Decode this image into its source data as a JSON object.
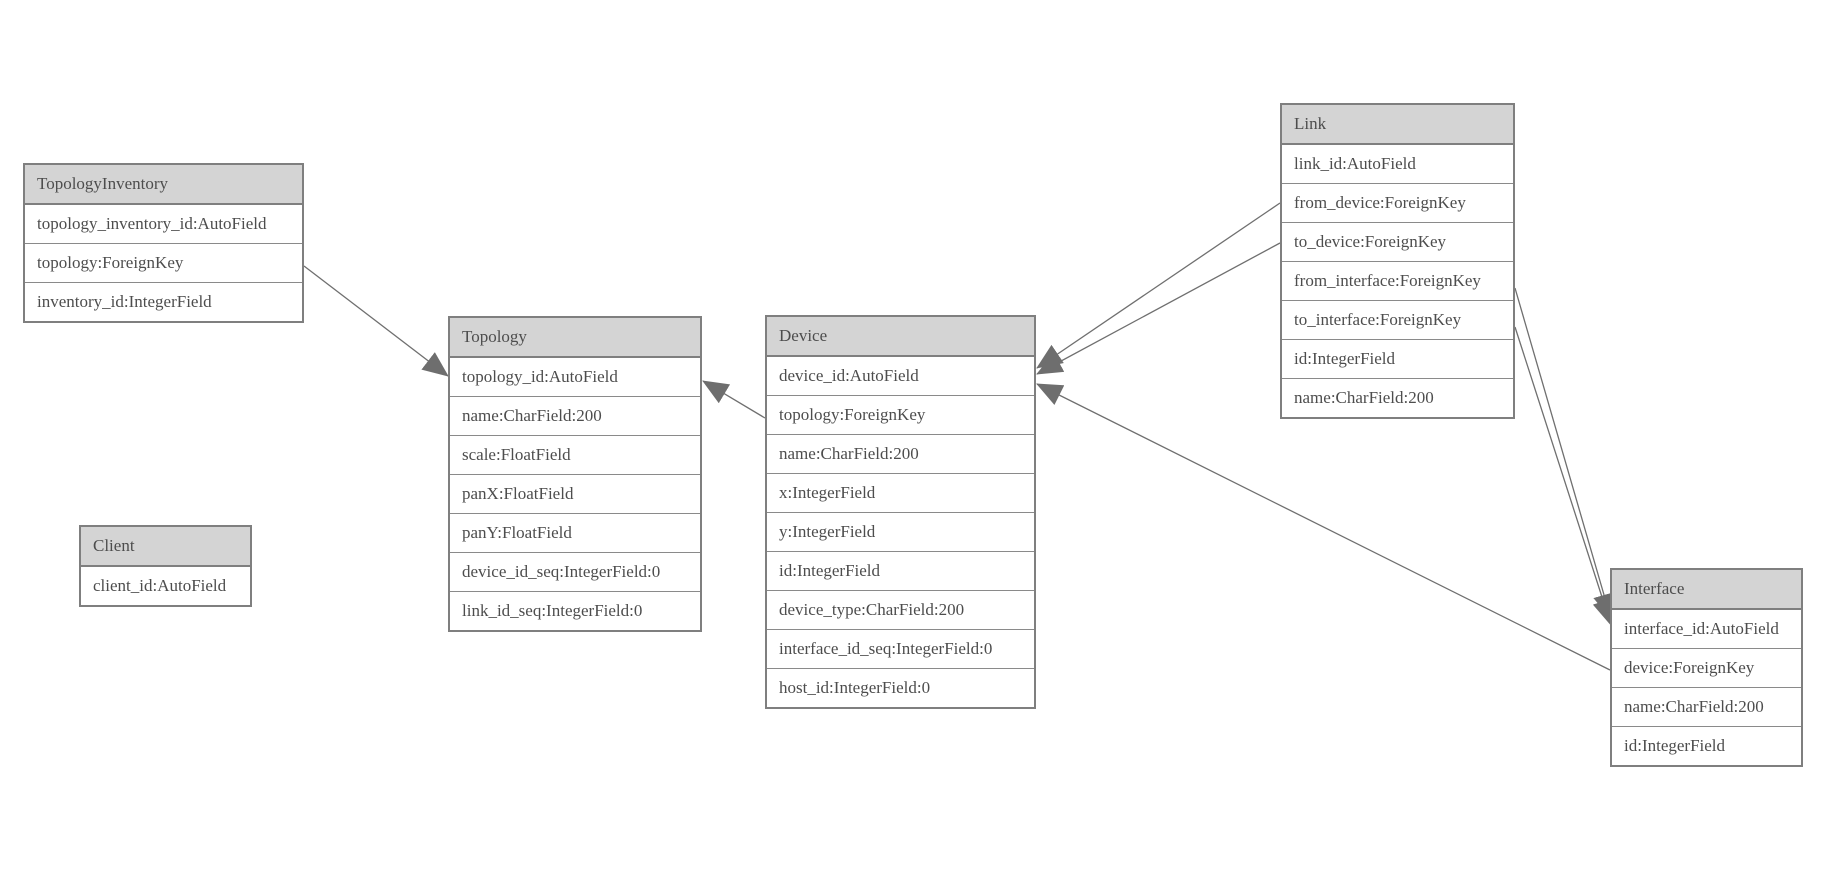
{
  "diagram": {
    "entities": [
      {
        "name": "TopologyInventory",
        "fields": [
          "topology_inventory_id:AutoField",
          "topology:ForeignKey",
          "inventory_id:IntegerField"
        ]
      },
      {
        "name": "Topology",
        "fields": [
          "topology_id:AutoField",
          "name:CharField:200",
          "scale:FloatField",
          "panX:FloatField",
          "panY:FloatField",
          "device_id_seq:IntegerField:0",
          "link_id_seq:IntegerField:0"
        ]
      },
      {
        "name": "Client",
        "fields": [
          "client_id:AutoField"
        ]
      },
      {
        "name": "Device",
        "fields": [
          "device_id:AutoField",
          "topology:ForeignKey",
          "name:CharField:200",
          "x:IntegerField",
          "y:IntegerField",
          "id:IntegerField",
          "device_type:CharField:200",
          "interface_id_seq:IntegerField:0",
          "host_id:IntegerField:0"
        ]
      },
      {
        "name": "Link",
        "fields": [
          "link_id:AutoField",
          "from_device:ForeignKey",
          "to_device:ForeignKey",
          "from_interface:ForeignKey",
          "to_interface:ForeignKey",
          "id:IntegerField",
          "name:CharField:200"
        ]
      },
      {
        "name": "Interface",
        "fields": [
          "interface_id:AutoField",
          "device:ForeignKey",
          "name:CharField:200",
          "id:IntegerField"
        ]
      }
    ],
    "relations": [
      {
        "from": "TopologyInventory.topology",
        "to": "Topology.topology_id"
      },
      {
        "from": "Device.topology",
        "to": "Topology.topology_id"
      },
      {
        "from": "Link.from_device",
        "to": "Device.device_id"
      },
      {
        "from": "Link.to_device",
        "to": "Device.device_id"
      },
      {
        "from": "Link.from_interface",
        "to": "Interface.interface_id"
      },
      {
        "from": "Link.to_interface",
        "to": "Interface.interface_id"
      },
      {
        "from": "Interface.device",
        "to": "Device.device_id"
      }
    ],
    "colors": {
      "background": "#ffffff",
      "entity_border": "#7f7f7f",
      "header_fill": "#d4d4d4",
      "row_fill": "#ffffff",
      "text": "#4d4d4d",
      "relation_line": "#6f6f6f",
      "arrowhead_fill": "#6e6e6e"
    }
  }
}
